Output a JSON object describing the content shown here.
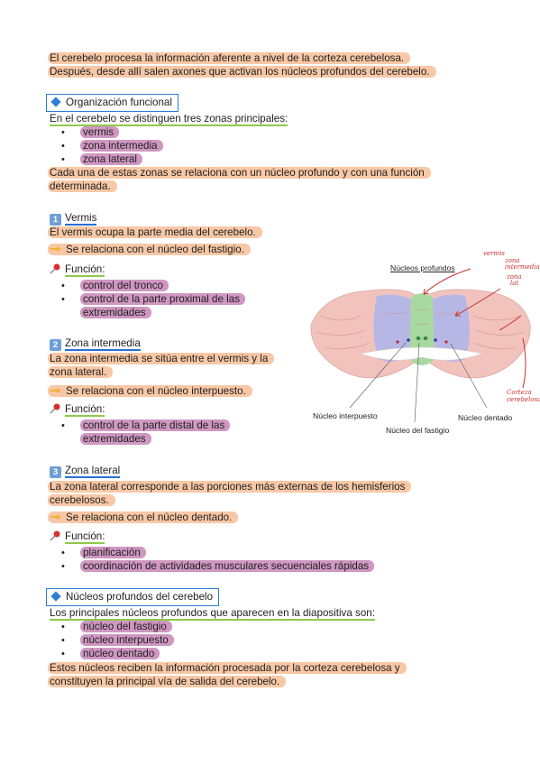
{
  "intro": {
    "line1": "El cerebelo procesa la información aferente a nivel de la corteza cerebelosa.",
    "line2": "Después, desde allí salen axones que activan los núcleos profundos del cerebelo."
  },
  "section_org": {
    "heading": "Organización funcional",
    "lead": "En el cerebelo se distinguen tres zonas principales:",
    "items": [
      "vermis",
      "zona intermedia",
      "zona lateral"
    ],
    "after1": "Cada una de estas zonas se relaciona con un núcleo profundo y con una función",
    "after2": "determinada."
  },
  "vermis": {
    "number": "1",
    "heading": "Vermis",
    "desc": "El vermis ocupa la parte media del cerebelo.",
    "relation": "Se relaciona con el núcleo del fastigio.",
    "function_label": "Función:",
    "items": [
      "control del tronco",
      "control de la parte proximal de las"
    ],
    "item2_cont": "extremidades"
  },
  "intermedia": {
    "number": "2",
    "heading": "Zona intermedia",
    "desc1": "La zona intermedia se sitúa entre el vermis y la",
    "desc2": "zona lateral.",
    "relation": "Se relaciona con el núcleo interpuesto.",
    "function_label": "Función:",
    "item1": "control de la parte distal de las",
    "item1_cont": "extremidades"
  },
  "lateral": {
    "number": "3",
    "heading": "Zona lateral",
    "desc1": "La zona lateral corresponde a las porciones más externas de los hemisferios",
    "desc2": "cerebelosos.",
    "relation": "Se relaciona con el núcleo dentado.",
    "function_label": "Función:",
    "items": [
      "planificación",
      "coordinación de actividades musculares secuenciales rápidas"
    ]
  },
  "nucleos": {
    "heading": "Núcleos profundos del cerebelo",
    "lead": "Los principales núcleos profundos que aparecen en la diapositiva son:",
    "items": [
      "núcleo del fastigio",
      "núcleo interpuesto",
      "núcleo dentado"
    ],
    "after1": "Estos núcleos reciben la información procesada por la corteza cerebelosa y",
    "after2": "constituyen la principal vía de salida del cerebelo."
  },
  "figure": {
    "title": "Núcleos profundos",
    "label_interpuesto": "Núcleo interpuesto",
    "label_fastigio": "Núcleo del fastigio",
    "label_dentado": "Núcleo dentado",
    "note_vermis": "vermis",
    "note_intermedia1": "zona",
    "note_intermedia2": "intermedia",
    "note_lateral1": "zona",
    "note_lateral2": "lat",
    "note_corteza1": "Corteza",
    "note_corteza2": "cerebelosa",
    "colors": {
      "vermis": "#a8d9a0",
      "intermedia": "#b7b7e6",
      "lateral": "#f2c3bd",
      "annotation": "#c9302c"
    }
  },
  "colors": {
    "highlight_orange": "#f8c8a6",
    "highlight_purple": "#cf97c2",
    "heading_box": "#2a7bd4",
    "underline_green": "#8fc94a"
  }
}
